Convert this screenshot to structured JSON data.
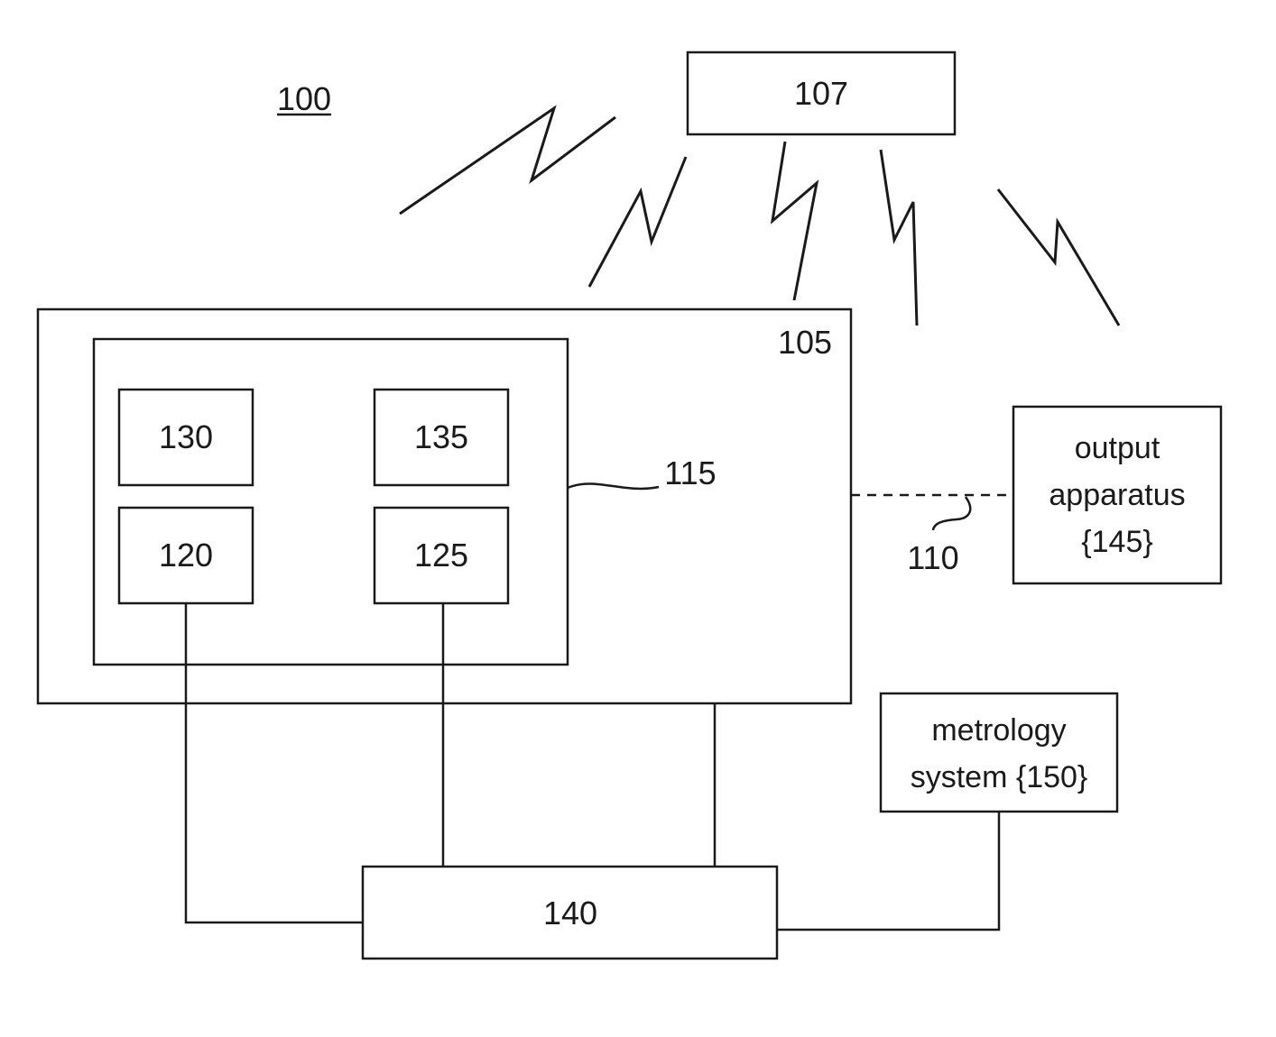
{
  "figure_ref": "100",
  "nodes": {
    "n107": "107",
    "n105": "105",
    "n115": "115",
    "n130": "130",
    "n135": "135",
    "n120": "120",
    "n125": "125",
    "n140": "140",
    "n110": "110",
    "output": {
      "line1": "output",
      "line2": "apparatus",
      "line3": "{145}"
    },
    "metrology": {
      "line1": "metrology",
      "line2": "system {150}"
    }
  },
  "colors": {
    "line": "#1a1a1a",
    "background": "#ffffff"
  }
}
